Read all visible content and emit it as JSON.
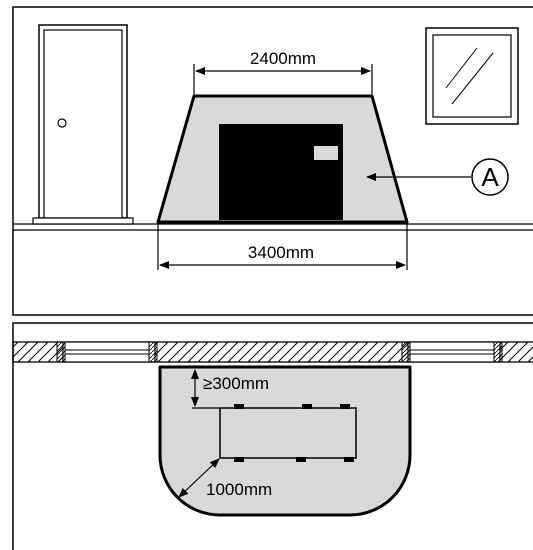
{
  "front_view": {
    "width_top_label": "2400mm",
    "width_bottom_label": "3400mm",
    "callout_label": "A"
  },
  "plan_view": {
    "clearance_back_label": "≥300mm",
    "clearance_radius_label": "1000mm"
  },
  "colors": {
    "zone_fill": "#d9d9d9",
    "unit_fill": "#000000",
    "line": "#000000"
  }
}
